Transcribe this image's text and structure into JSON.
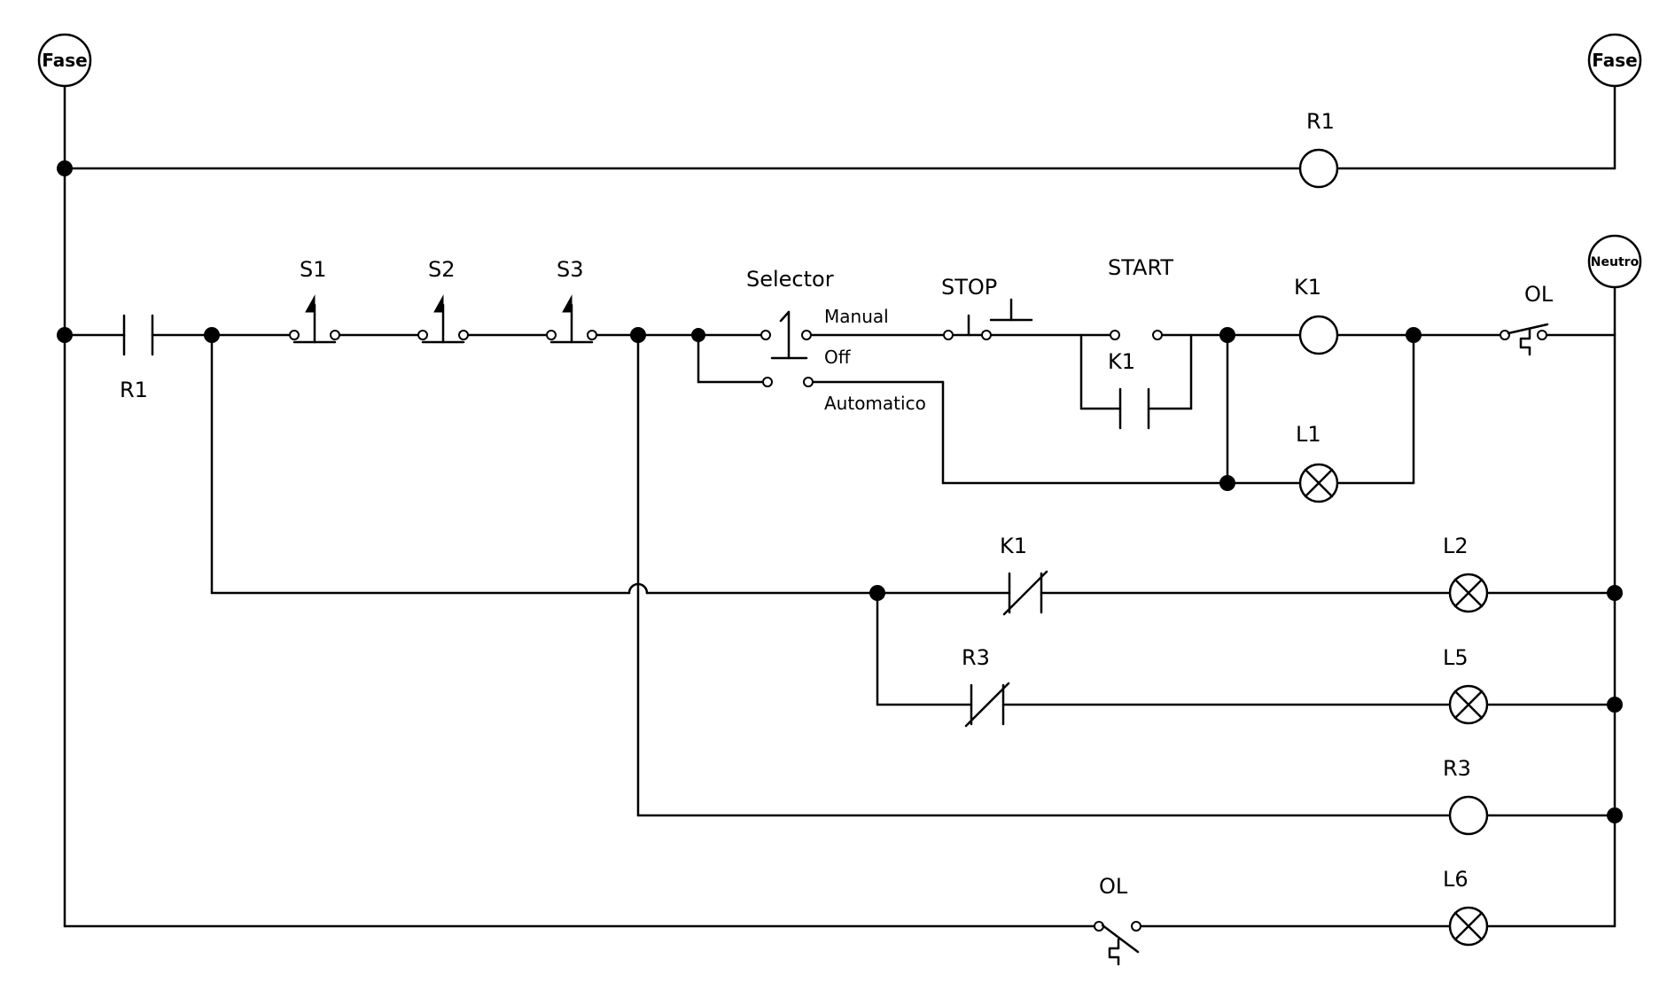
{
  "diagram": {
    "terminals": {
      "phase_left": "Fase",
      "phase_right": "Fase",
      "neutral": "Neutro"
    },
    "labels": {
      "r1_coil": "R1",
      "r1_contact": "R1",
      "s1": "S1",
      "s2": "S2",
      "s3": "S3",
      "selector": "Selector",
      "manual": "Manual",
      "off": "Off",
      "automatico": "Automatico",
      "stop": "STOP",
      "start": "START",
      "k1_seal": "K1",
      "k1_coil": "K1",
      "ol_top": "OL",
      "l1": "L1",
      "k1_nc": "K1",
      "l2": "L2",
      "r3_nc": "R3",
      "l5": "L5",
      "r3_coil": "R3",
      "ol_bottom": "OL",
      "l6": "L6"
    }
  }
}
